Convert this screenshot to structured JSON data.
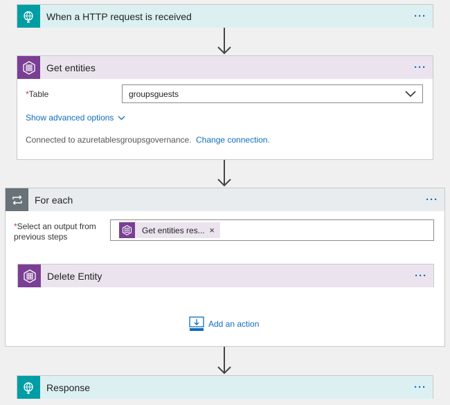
{
  "trigger": {
    "title": "When a HTTP request is received",
    "more": "···"
  },
  "get_entities": {
    "title": "Get entities",
    "more": "···",
    "table_label": "Table",
    "required_marker": "*",
    "table_value": "groupsguests",
    "show_advanced": "Show advanced options",
    "connected_text": "Connected to azuretablesgroupsgovernance.",
    "change_connection": "Change connection."
  },
  "for_each": {
    "title": "For each",
    "more": "···",
    "output_label_line1": "Select an output from",
    "output_label_line2": "previous steps",
    "required_marker": "*",
    "token_label": "Get entities res...",
    "token_remove": "×"
  },
  "delete_entity": {
    "title": "Delete Entity",
    "more": "···"
  },
  "add_action": {
    "label": "Add an action"
  },
  "response": {
    "title": "Response",
    "more": "···"
  },
  "colors": {
    "http_header": "#dcf0f2",
    "http_icon": "#009da5",
    "table_header": "#ebe4ef",
    "table_icon": "#7a3f94",
    "foreach_header": "#e9ecee",
    "foreach_icon": "#687278",
    "link": "#0f6cbd",
    "required": "#d13438"
  }
}
